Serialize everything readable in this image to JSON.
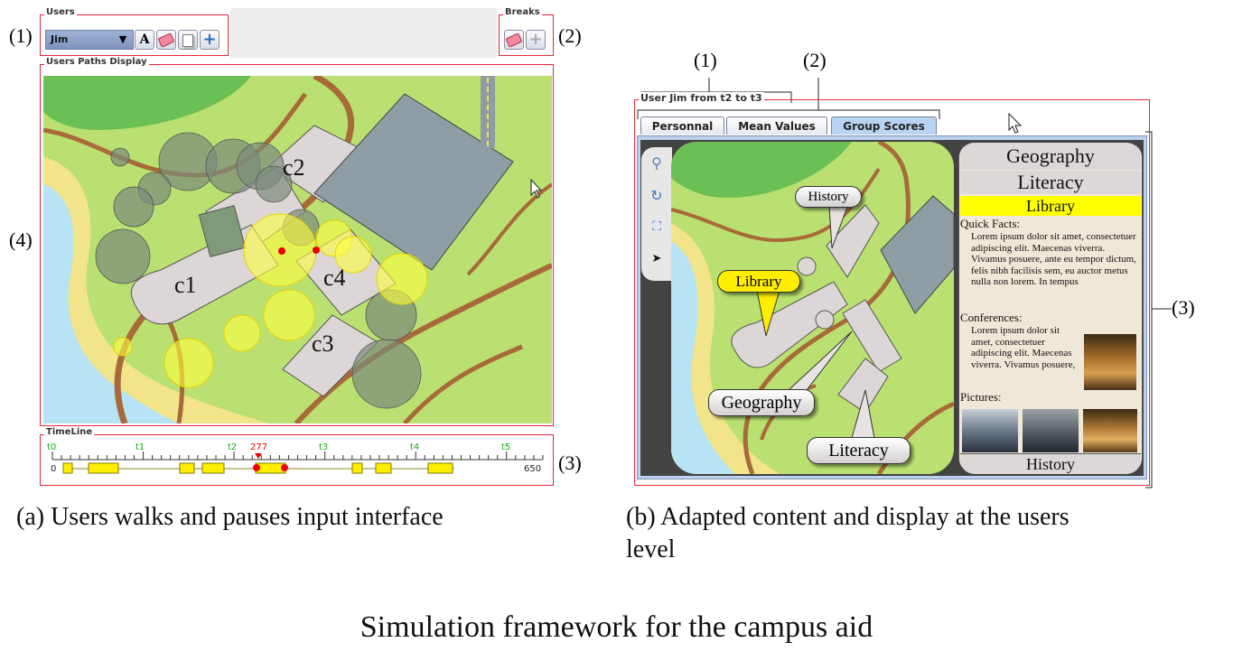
{
  "left_panel": {
    "callouts": {
      "c1": "(1)",
      "c2": "(2)",
      "c3": "(3)",
      "c4": "(4)"
    },
    "users_group": {
      "label": "Users",
      "selected_user": "Jim",
      "buttons": {
        "font": "A",
        "add": "+"
      }
    },
    "breaks_group": {
      "label": "Breaks",
      "add": "+"
    },
    "map_group": {
      "label": "Users Paths Display",
      "building_labels": [
        "c1",
        "c2",
        "c3",
        "c4"
      ]
    },
    "timeline": {
      "label": "TimeLine",
      "ticks": [
        "t0",
        "t1",
        "t2",
        "t3",
        "t4",
        "t5"
      ],
      "current_value": "277",
      "min": "0",
      "max": "650",
      "current_fraction": 0.426
    }
  },
  "right_panel": {
    "callouts": {
      "c1": "(1)",
      "c2": "(2)",
      "c3": "(3)"
    },
    "group_label": "User Jim from t2 to t3",
    "tabs": [
      "Personnal",
      "Mean Values",
      "Group Scores"
    ],
    "active_tab": 2,
    "side_tools": [
      "zoom-icon",
      "refresh-icon",
      "fit-icon",
      "pointer-icon"
    ],
    "map_bubbles": {
      "history": "History",
      "library": "Library",
      "geography": "Geography",
      "literacy": "Literacy"
    },
    "info": {
      "head1": "Geography",
      "head2": "Literacy",
      "selected": "Library",
      "quick_facts_title": "Quick Facts:",
      "quick_facts_text": "Lorem ipsum dolor sit amet, consectetuer adipiscing elit. Maecenas viverra. Vivamus posuere, ante eu tempor dictum, felis nibh facilisis sem, eu auctor metus nulla non lorem. In tempus",
      "conferences_title": "Conferences:",
      "conferences_text": "Lorem ipsum dolor sit amet, consectetuer adipiscing elit. Maecenas viverra. Vivamus posuere,",
      "pictures_title": "Pictures:",
      "footer": "History"
    },
    "colors": {
      "selected": "#ffff00",
      "active_tab": "#b9d3f2",
      "frame": "#e8273c"
    }
  },
  "captions": {
    "a": "(a) Users walks and pauses input interface",
    "b_line1": "(b) Adapted content and display at the users",
    "b_line2": "level",
    "main": "Simulation framework for the campus aid"
  }
}
